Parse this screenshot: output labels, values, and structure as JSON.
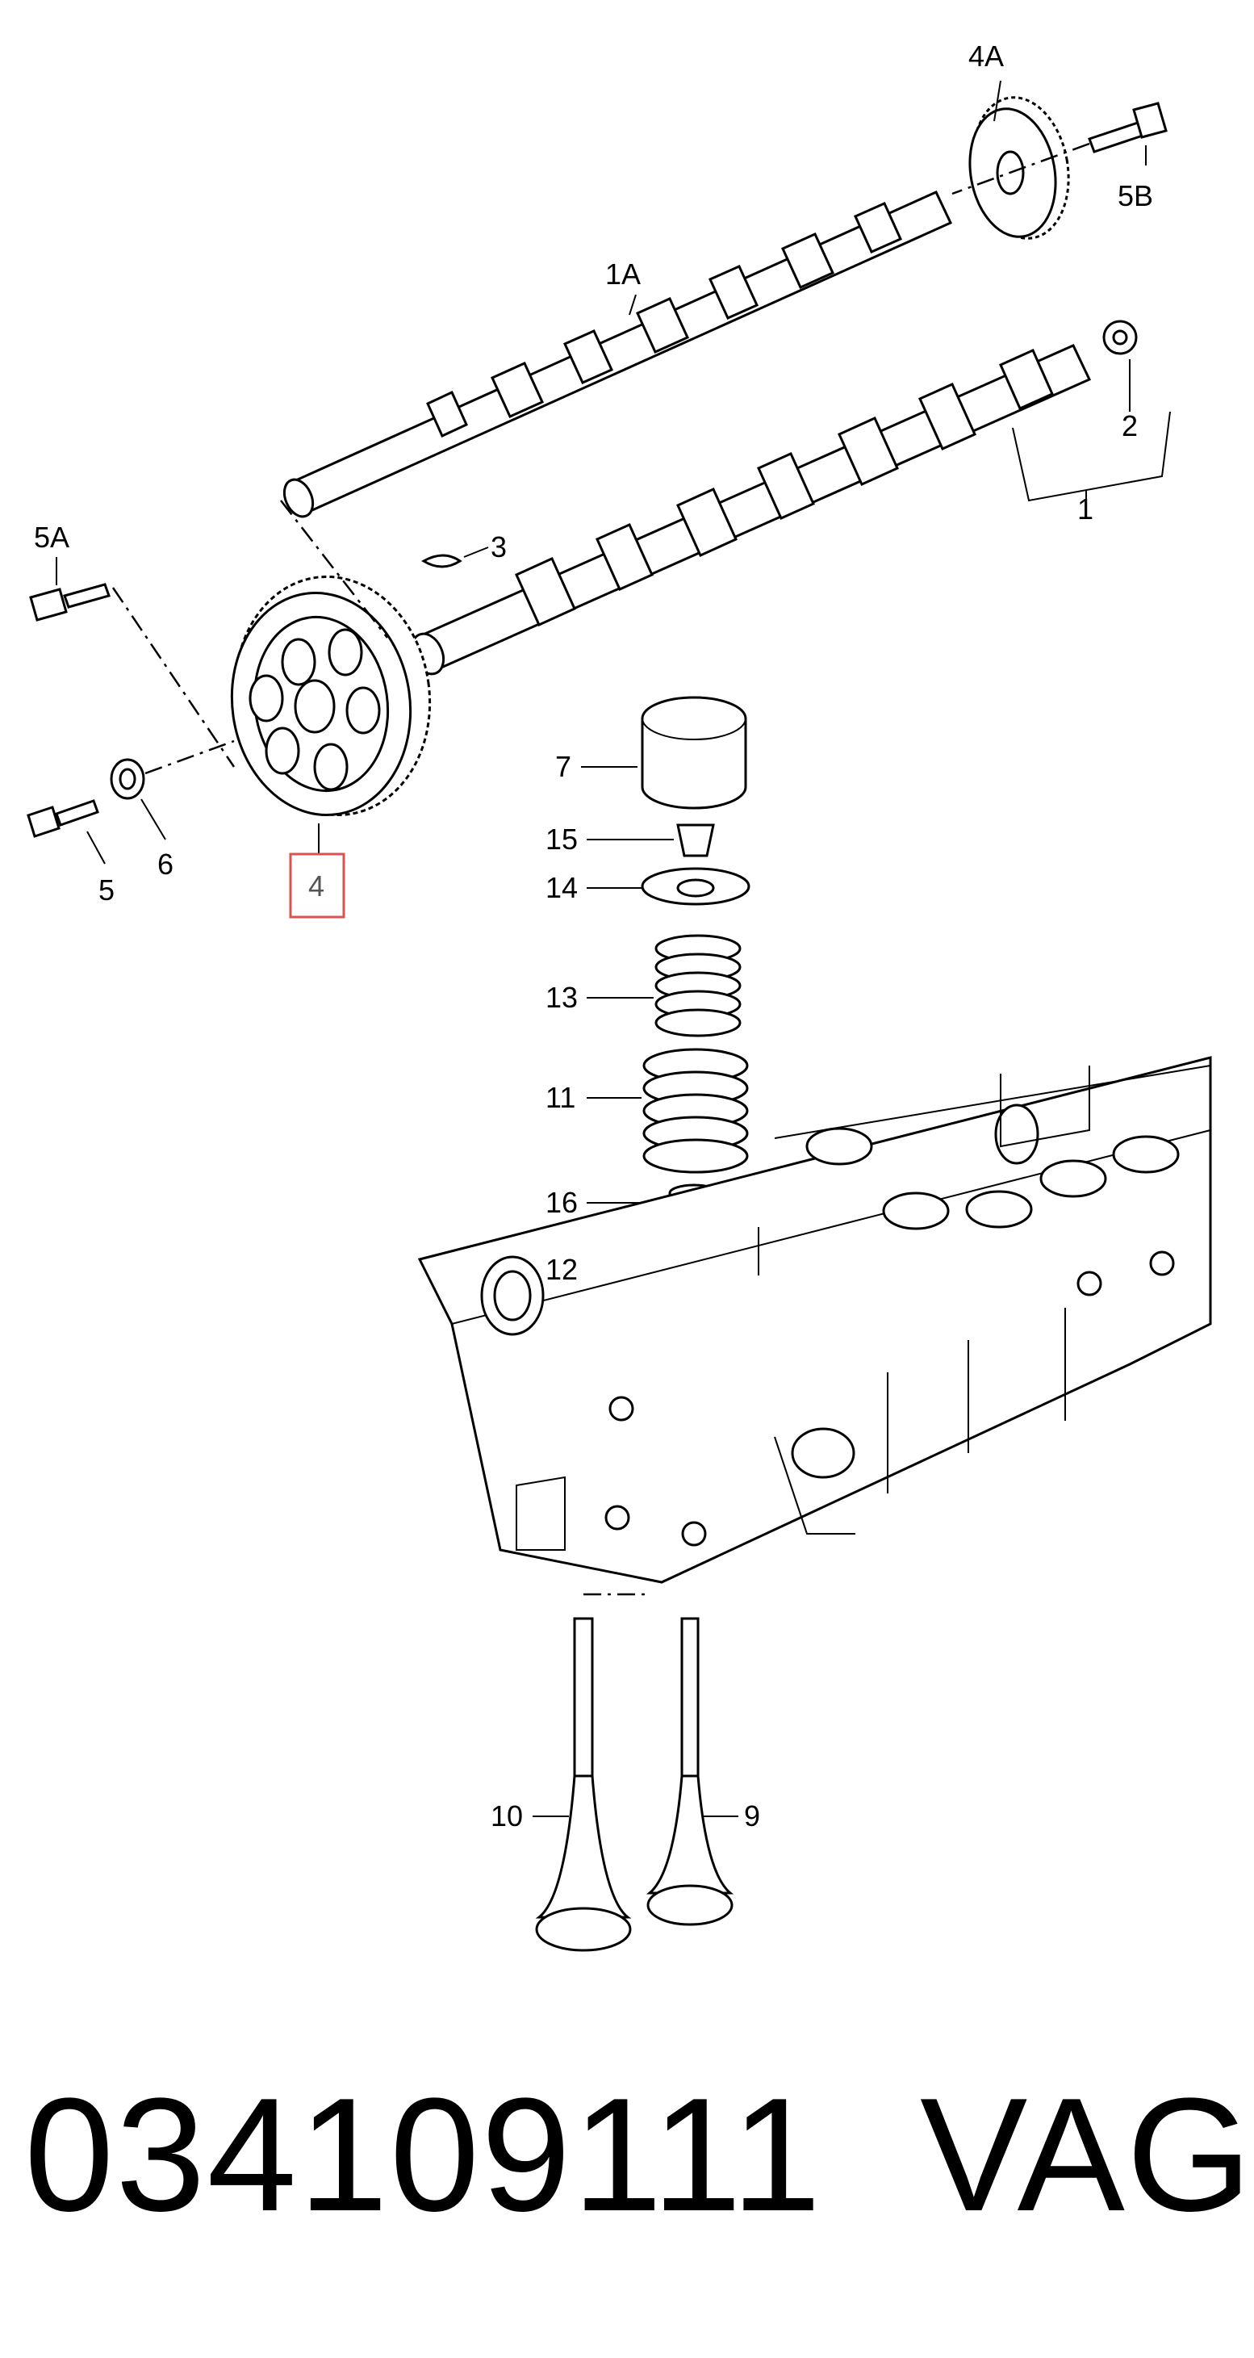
{
  "diagram": {
    "callouts": {
      "c1": "1",
      "c1A": "1A",
      "c2": "2",
      "c3": "3",
      "c4": "4",
      "c4A": "4A",
      "c5": "5",
      "c5A": "5A",
      "c5B": "5B",
      "c6": "6",
      "c7": "7",
      "c9": "9",
      "c10": "10",
      "c11": "11",
      "c12": "12",
      "c13": "13",
      "c14": "14",
      "c15": "15",
      "c16": "16"
    },
    "highlighted_callout": "4",
    "highlight_color": "#d9534f"
  },
  "footer": {
    "part_number": "034109111",
    "brand": "VAG"
  }
}
